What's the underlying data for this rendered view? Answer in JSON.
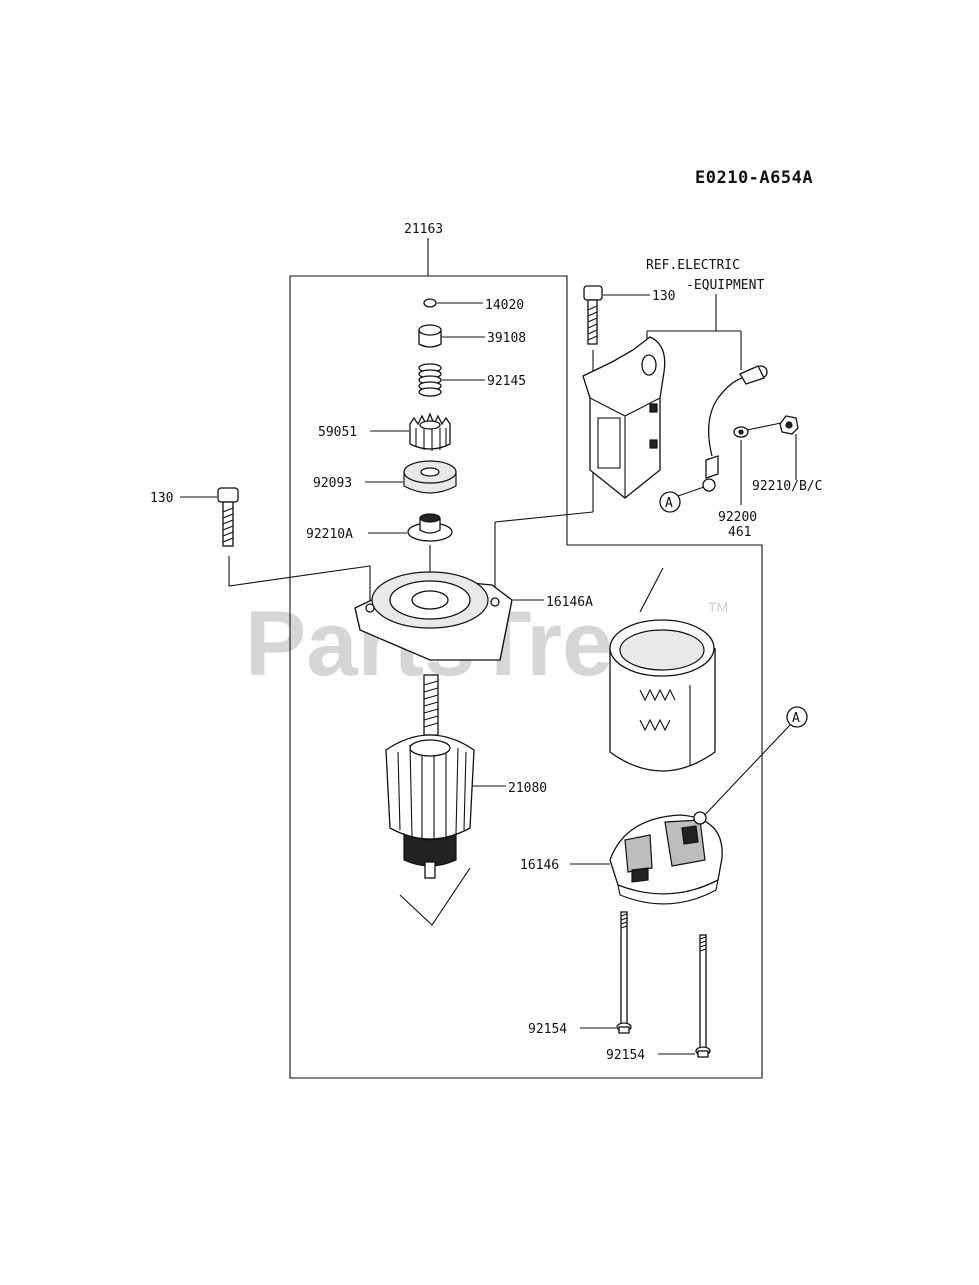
{
  "diagram": {
    "code": "E0210-A654A",
    "watermark": "PartsTree",
    "trademark": "TM",
    "ref_note": {
      "line1": "REF.ELECTRIC",
      "line2": "-EQUIPMENT"
    },
    "callout_letter": "A",
    "labels": {
      "assembly": "21163",
      "bolt_top": "130",
      "bolt_left": "130",
      "ring": "14020",
      "collar": "39108",
      "spring": "92145",
      "pinion_gear": "59051",
      "washer_large": "92093",
      "bushing": "92210A",
      "front_cover": "16146A",
      "nut": "92210/B/C",
      "washer_small": "92200",
      "washer_small_alt": "461",
      "armature": "21080",
      "brush_holder": "16146",
      "through_bolt_1": "92154",
      "through_bolt_2": "92154"
    }
  }
}
